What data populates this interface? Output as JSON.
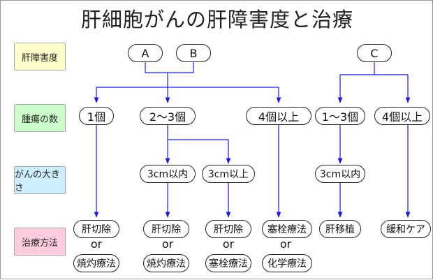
{
  "title": "肝細胞がんの肝障害度と治療",
  "colors": {
    "row_liver": "#ffffcc",
    "row_tumor_count": "#ccffcc",
    "row_size": "#cceeff",
    "row_treatment": "#ffccdd",
    "arrow": "#1a1adc",
    "node_border": "#222222"
  },
  "rows": {
    "liver_damage": "肝障害度",
    "tumor_count": "腫瘍の数",
    "cancer_size": "がんの大きさ",
    "treatment": "治療方法"
  },
  "grades": {
    "a": "A",
    "b": "B",
    "c": "C"
  },
  "counts": {
    "one": "1個",
    "two_three_ab": "2〜3個",
    "four_plus_ab": "4個以上",
    "one_three_c": "1〜3個",
    "four_plus_c": "4個以上"
  },
  "sizes": {
    "within_3cm_ab": "3cm以内",
    "over_3cm": "3cm以上",
    "within_3cm_c": "3cm以内"
  },
  "treatments": {
    "resection_1": "肝切除",
    "ablation_1": "焼灼療法",
    "resection_2": "肝切除",
    "ablation_2": "焼灼療法",
    "resection_3": "肝切除",
    "embolization_3": "塞栓療法",
    "embolization_4": "塞栓療法",
    "chemo_4": "化学療法",
    "transplant": "肝移植",
    "palliative": "緩和ケア"
  },
  "or_label": "or"
}
